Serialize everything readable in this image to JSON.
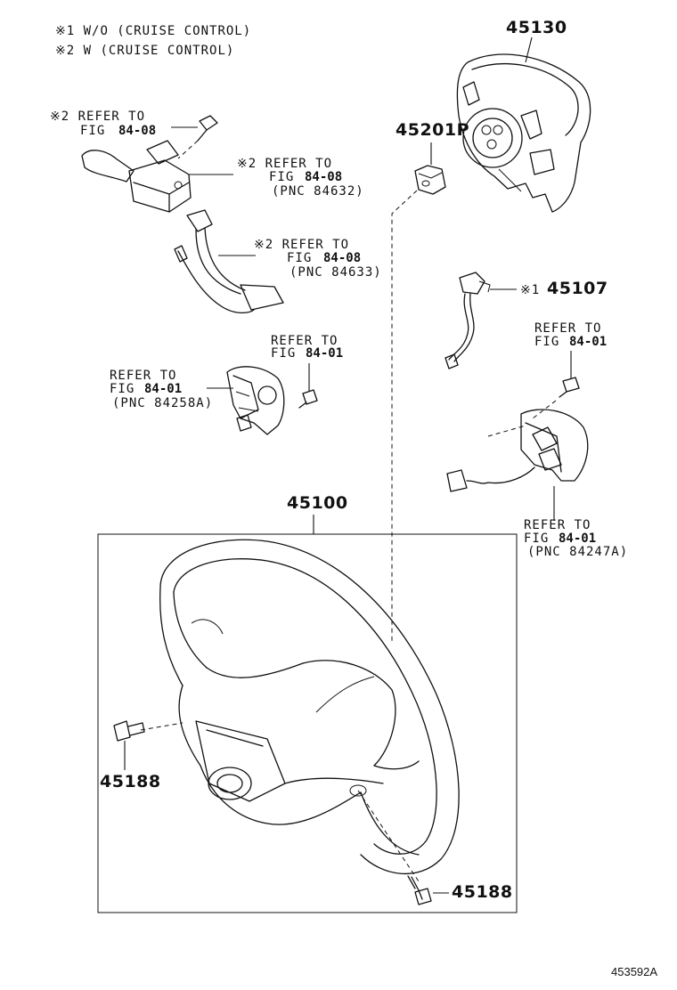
{
  "notes": {
    "n1": "※1  W/O  (CRUISE CONTROL)",
    "n2": "※2  W  (CRUISE CONTROL)"
  },
  "callouts": {
    "c1": {
      "l1": "※2  REFER TO",
      "l2a": "FIG ",
      "l2b": "84-08"
    },
    "c2": {
      "l1": "※2  REFER TO",
      "l2a": "FIG ",
      "l2b": "84-08",
      "l3": "(PNC  84632)"
    },
    "c3": {
      "l1": "※2  REFER TO",
      "l2a": "FIG ",
      "l2b": "84-08",
      "l3": "(PNC  84633)"
    },
    "c4": {
      "l1": "REFER TO",
      "l2a": "FIG ",
      "l2b": "84-01"
    },
    "c5": {
      "l1": "REFER TO",
      "l2a": "FIG ",
      "l2b": "84-01",
      "l3": "(PNC  84258A)"
    },
    "c6": {
      "l1": "REFER TO",
      "l2a": "FIG ",
      "l2b": "84-01"
    },
    "c7": {
      "l1": "REFER TO",
      "l2a": "FIG ",
      "l2b": "84-01",
      "l3": "(PNC  84247A)"
    },
    "c8": {
      "mark": "※1"
    }
  },
  "parts": {
    "p45130": "45130",
    "p45201P": "45201P",
    "p45107": "45107",
    "p45100": "45100",
    "p45188a": "45188",
    "p45188b": "45188"
  },
  "diagram_code": "453592A"
}
